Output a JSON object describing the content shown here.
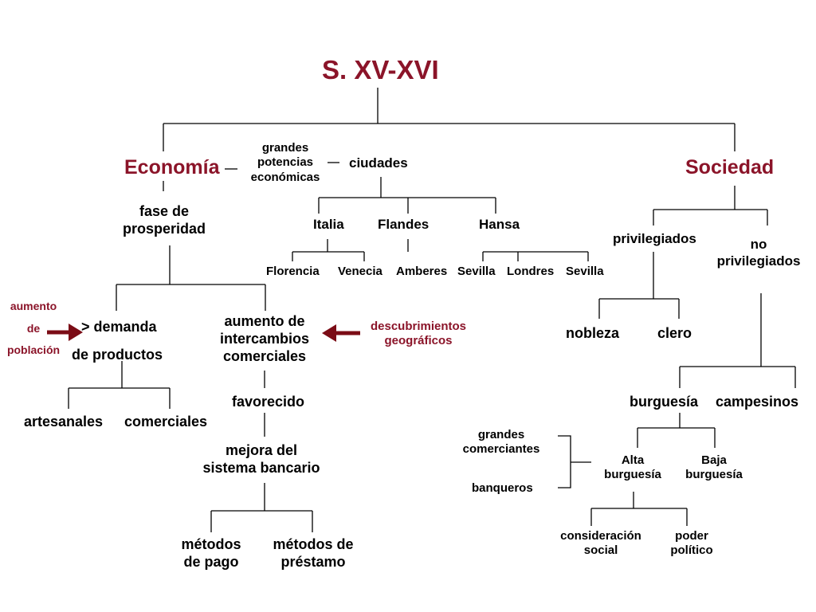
{
  "title": "S. XV-XVI",
  "economia": {
    "label": "Economía",
    "grandes_potencias": [
      "grandes",
      "potencias",
      "económicas"
    ],
    "ciudades": "ciudades",
    "regions": [
      "Italia",
      "Flandes",
      "Hansa"
    ],
    "cities": [
      "Florencia",
      "Venecia",
      "Amberes",
      "Sevilla",
      "Londres",
      "Sevilla"
    ],
    "fase": [
      "fase de",
      "prosperidad"
    ],
    "demanda": [
      "> demanda",
      "de productos"
    ],
    "productos": [
      "artesanales",
      "comerciales"
    ],
    "intercambios": [
      "aumento de",
      "intercambios",
      "comerciales"
    ],
    "favorecido": "favorecido",
    "mejora": [
      "mejora del",
      "sistema bancario"
    ],
    "metodos_pago": [
      "métodos",
      "de pago"
    ],
    "metodos_prestamo": [
      "métodos de",
      "préstamo"
    ],
    "aumento_poblacion": [
      "aumento",
      "de",
      "población"
    ],
    "descubrimientos": [
      "descubrimientos",
      "geográficos"
    ]
  },
  "sociedad": {
    "label": "Sociedad",
    "privilegiados": "privilegiados",
    "no_privilegiados": [
      "no",
      "privilegiados"
    ],
    "nobleza": "nobleza",
    "clero": "clero",
    "burguesia": "burguesía",
    "campesinos": "campesinos",
    "grandes_comerciantes": [
      "grandes",
      "comerciantes"
    ],
    "banqueros": "banqueros",
    "alta": [
      "Alta",
      "burguesía"
    ],
    "baja": [
      "Baja",
      "burguesía"
    ],
    "consideracion": [
      "consideración",
      "social"
    ],
    "poder": [
      "poder",
      "político"
    ]
  },
  "colors": {
    "accent": "#8b1429",
    "arrow": "#7b0c16",
    "line": "#000000"
  }
}
